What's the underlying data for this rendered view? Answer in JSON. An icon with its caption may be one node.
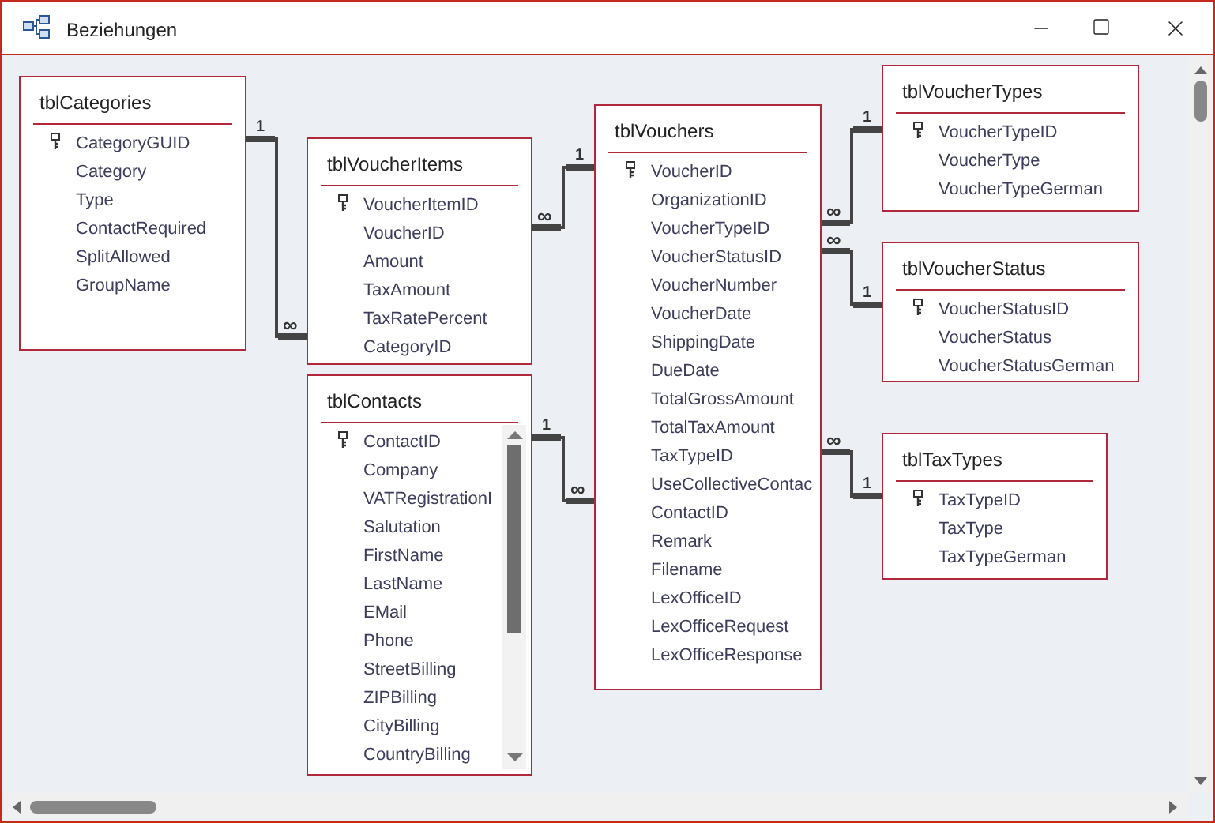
{
  "diagram": {
    "title": "Beziehungen",
    "nodes": [
      {
        "text": [
          "tblCategories",
          "CategoryGUID",
          "Category",
          "Type",
          "ContactRequired",
          "SplitAllowed",
          "GroupName"
        ]
      },
      {
        "text": [
          "tblVoucherItems",
          "VoucherItemID",
          "VoucherID",
          "Amount",
          "TaxAmount",
          "TaxRatePercent",
          "CategoryID"
        ]
      },
      {
        "text": [
          "tblContacts",
          "ContactID",
          "Company",
          "VATRegistrationI",
          "Salutation",
          "FirstName",
          "LastName",
          "EMail",
          "Phone",
          "StreetBilling",
          "ZIPBilling",
          "CityBilling",
          "CountryBilling"
        ]
      },
      {
        "text": [
          "tblVouchers",
          "VoucherID",
          "OrganizationID",
          "VoucherTypeID",
          "VoucherStatusID",
          "VoucherNumber",
          "VoucherDate",
          "ShippingDate",
          "DueDate",
          "TotalGrossAmount",
          "TotalTaxAmount",
          "TaxTypeID",
          "UseCollectiveContac",
          "ContactID",
          "Remark",
          "Filename",
          "LexOfficeID",
          "LexOfficeRequest",
          "LexOfficeResponse"
        ]
      },
      {
        "text": [
          "tblVoucherTypes",
          "VoucherTypeID",
          "VoucherType",
          "VoucherTypeGerman"
        ]
      },
      {
        "text": [
          "tblVoucherStatus",
          "VoucherStatusID",
          "VoucherStatus",
          "VoucherStatusGerman"
        ]
      },
      {
        "text": [
          "tblTaxTypes",
          "TaxTypeID",
          "TaxType",
          "TaxTypeGerman"
        ]
      }
    ],
    "edges": [
      {
        "from": 0,
        "to": 1,
        "arrow": "none"
      },
      {
        "from": 3,
        "to": 1,
        "arrow": "none"
      },
      {
        "from": 2,
        "to": 3,
        "arrow": "none"
      },
      {
        "from": 4,
        "to": 3,
        "arrow": "none"
      },
      {
        "from": 5,
        "to": 3,
        "arrow": "none"
      },
      {
        "from": 6,
        "to": 3,
        "arrow": "none"
      }
    ],
    "labels": [
      "1",
      "∞",
      "1",
      "∞",
      "1",
      "∞",
      "1",
      "∞",
      "1",
      "∞",
      "1",
      "∞"
    ]
  }
}
